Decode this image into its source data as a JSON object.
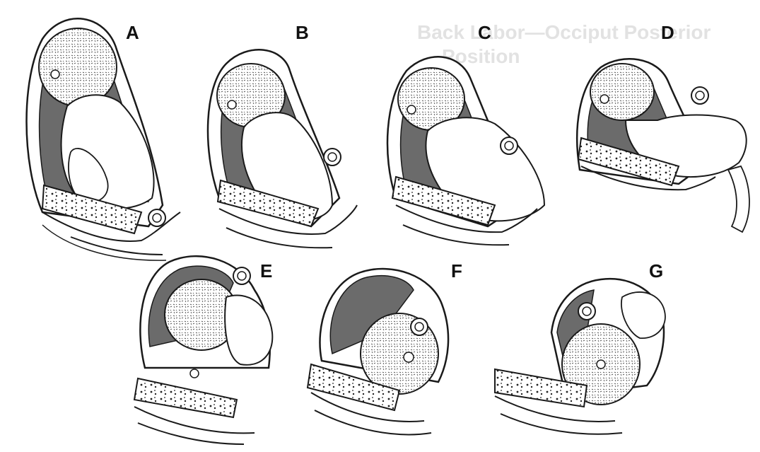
{
  "panels": [
    {
      "id": "A",
      "label": "A"
    },
    {
      "id": "B",
      "label": "B"
    },
    {
      "id": "C",
      "label": "C"
    },
    {
      "id": "D",
      "label": "D"
    },
    {
      "id": "E",
      "label": "E"
    },
    {
      "id": "F",
      "label": "F"
    },
    {
      "id": "G",
      "label": "G"
    }
  ],
  "background_text": {
    "title_line1": "Back Labor—Occiput Posterior",
    "title_line2": "Position"
  },
  "colors": {
    "ink": "#1a1a1a",
    "shade": "#6b6b6b",
    "ghost": "#e4e4e4"
  }
}
